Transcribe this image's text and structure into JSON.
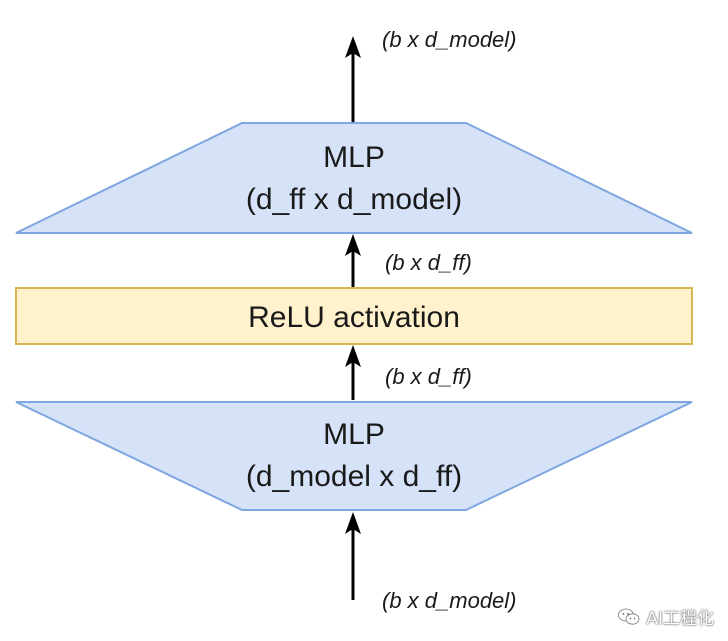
{
  "colors": {
    "mlp_fill": "#d6e2f7",
    "mlp_stroke": "#7ea6e0",
    "relu_fill": "#fff2cc",
    "relu_stroke": "#d6b656",
    "arrow": "#000000"
  },
  "top_mlp": {
    "line1": "MLP",
    "line2": "(d_ff x d_model)"
  },
  "relu": {
    "label": "ReLU activation"
  },
  "bottom_mlp": {
    "line1": "MLP",
    "line2": "(d_model x d_ff)"
  },
  "shapes": {
    "top_output": "(b x d_model)",
    "after_relu": "(b x d_ff)",
    "before_relu": "(b x d_ff)",
    "input": "(b x d_model)"
  },
  "watermark": {
    "text": "AI工程化",
    "icon": "wechat-icon"
  }
}
